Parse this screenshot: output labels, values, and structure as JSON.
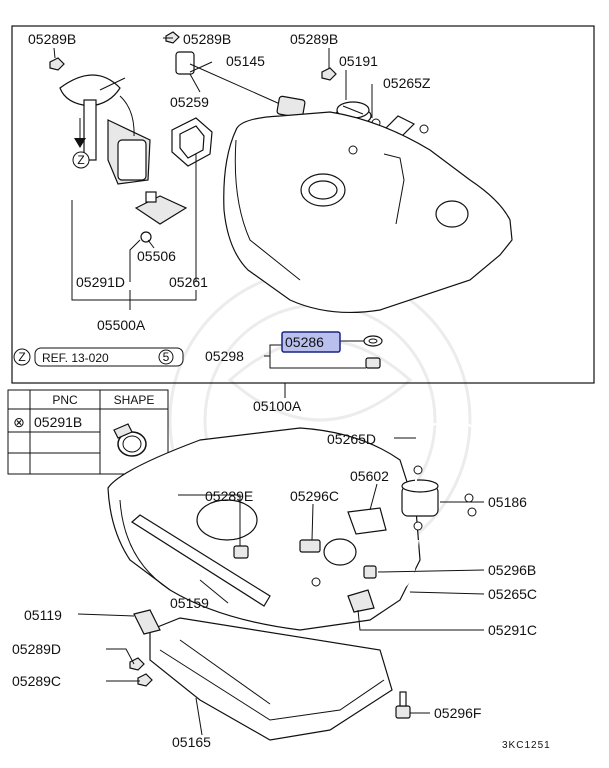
{
  "labels": {
    "p05289b_a": "05289B",
    "p05289b_b": "05289B",
    "p05289b_c": "05289B",
    "p05145": "05145",
    "p05191": "05191",
    "p05265z": "05265Z",
    "p05259": "05259",
    "p05506": "05506",
    "p05291d": "05291D",
    "p05261": "05261",
    "p05500a": "05500A",
    "p05286": "05286",
    "p05298": "05298",
    "p05100a": "05100A",
    "p05265d": "05265D",
    "p05602": "05602",
    "p05289e": "05289E",
    "p05296c": "05296C",
    "p05186": "05186",
    "p05296b": "05296B",
    "p05265c": "05265C",
    "p05119": "05119",
    "p05159": "05159",
    "p05291c": "05291C",
    "p05289d": "05289D",
    "p05289c": "05289C",
    "p05296f": "05296F",
    "p05165": "05165"
  },
  "ref": {
    "marker": "Z",
    "text": "REF. 13-020",
    "circled": "5",
    "arrow_marker": "Z"
  },
  "pnc_table": {
    "header_pnc": "PNC",
    "header_shape": "SHAPE",
    "row_symbol": "⊗",
    "row_pnc": "05291B"
  },
  "diagram_code": "3KC1251",
  "colors": {
    "highlight_fill": "#b9c0ee",
    "highlight_border": "#1a237e",
    "line": "#111111"
  }
}
